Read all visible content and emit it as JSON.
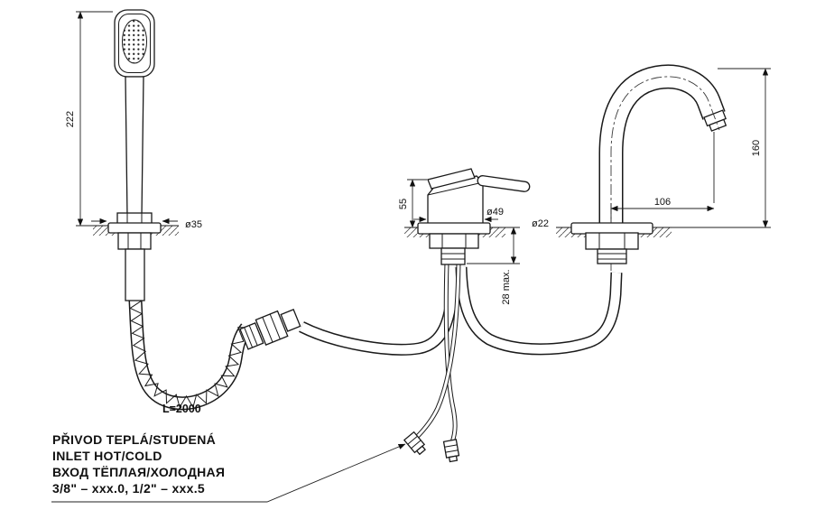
{
  "dims": {
    "handshower_height": "222",
    "handshower_hole": "ø35",
    "mixer_height": "55",
    "mixer_diameter": "ø49",
    "deck_thickness": "28 max.",
    "hose_length": "L=2000",
    "spout_hole": "ø22",
    "spout_reach": "106",
    "spout_height": "160"
  },
  "notes": {
    "inlet_cs": "PŘIVOD TEPLÁ/STUDENÁ",
    "inlet_en": "INLET HOT/COLD",
    "inlet_ru": "ВХОД ТЁПЛАЯ/ХОЛОДНАЯ",
    "thread_spec": "3/8\" – xxx.0, 1/2\" – xxx.5"
  }
}
